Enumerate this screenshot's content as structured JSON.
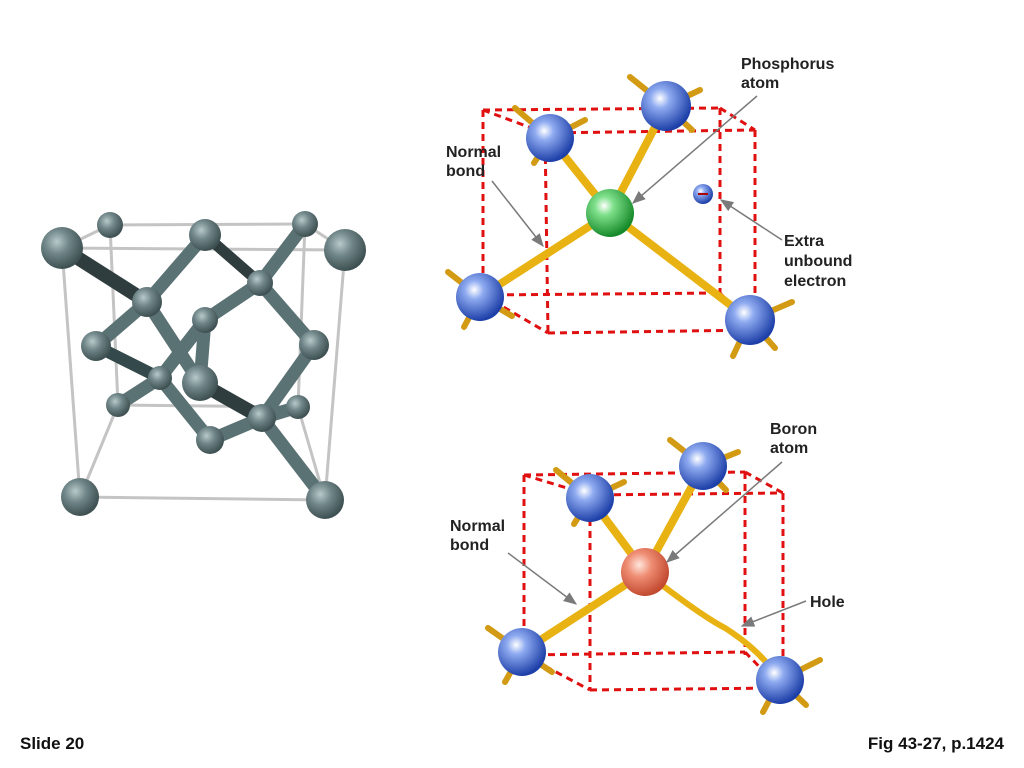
{
  "footer": {
    "slide_label": "Slide 20",
    "figure_reference": "Fig 43-27, p.1424"
  },
  "phosphorus_diagram": {
    "label_dopant": [
      "Phosphorus",
      "atom"
    ],
    "label_bond": [
      "Normal",
      "bond"
    ],
    "label_electron": [
      "Extra",
      "unbound",
      "electron"
    ]
  },
  "boron_diagram": {
    "label_dopant": [
      "Boron",
      "atom"
    ],
    "label_bond": [
      "Normal",
      "bond"
    ],
    "label_hole": "Hole"
  },
  "colors": {
    "silicon": "#5d7375",
    "lattice_frame": "#bdbdbd",
    "cube_edge": "#e01010",
    "bond": "#e8b312",
    "neighbor_atom": "#2f57c8",
    "phosphorus_atom": "#27a83a",
    "boron_atom": "#e0644a",
    "arrow": "#7a7a7a"
  }
}
